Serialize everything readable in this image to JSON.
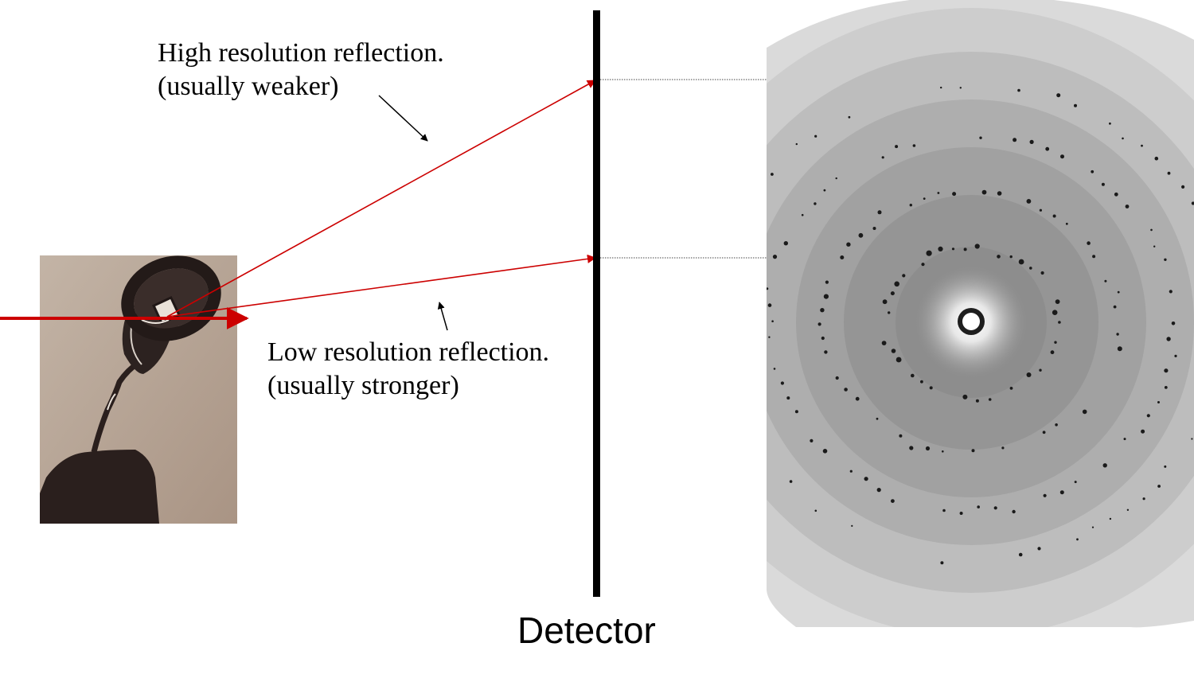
{
  "labels": {
    "high_resolution": {
      "line1": "High resolution reflection.",
      "line2": "(usually weaker)"
    },
    "low_resolution": {
      "line1": "Low resolution reflection.",
      "line2": "(usually stronger)"
    },
    "detector": "Detector"
  },
  "colors": {
    "beam": "#cc0000",
    "detector": "#000000",
    "guide_line": "#444444",
    "photo_background": "#b9a898",
    "diffraction_outer": "#dadada"
  },
  "images": {
    "crystal_photo": "crystal-in-loop-photo",
    "diffraction_pattern": "x-ray-diffraction-pattern"
  }
}
